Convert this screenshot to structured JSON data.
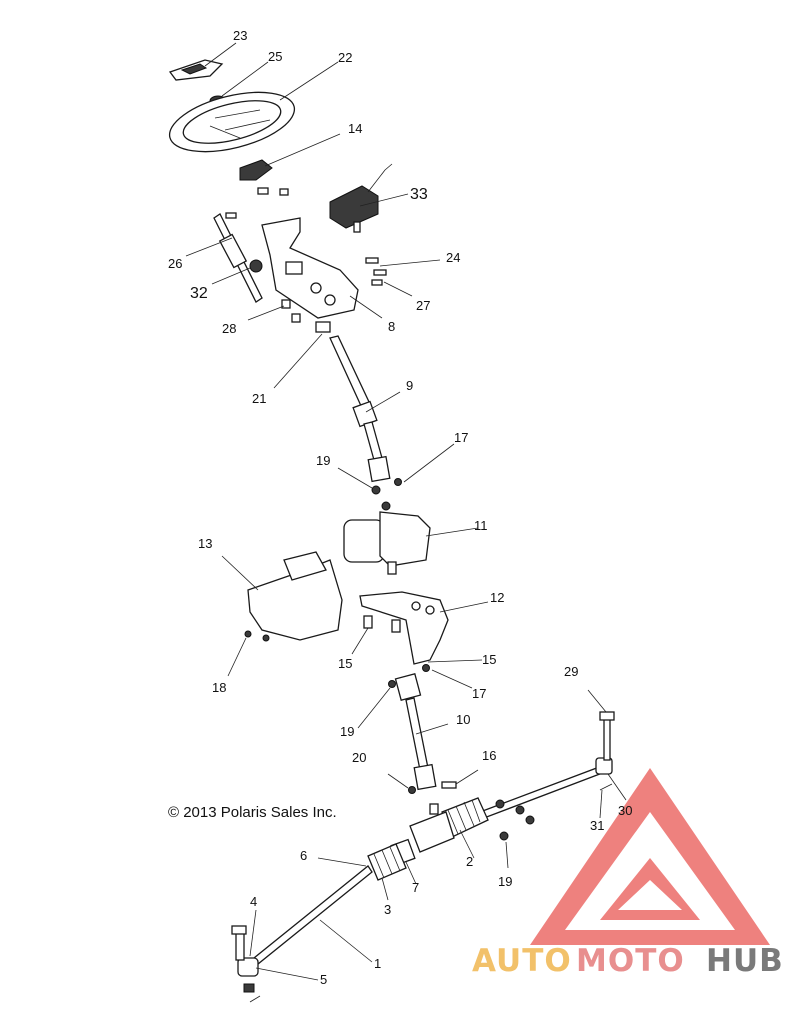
{
  "copyright": "© 2013 Polaris Sales Inc.",
  "watermark": {
    "part1": "AUTO",
    "part2": "MOTO",
    "part3": "HUB",
    "colors": {
      "auto": "#f2c16a",
      "moto": "#e88f8f",
      "hub": "#7a7a7a",
      "triangle": "#e53935"
    }
  },
  "callouts": {
    "c1": "1",
    "c2": "2",
    "c3": "3",
    "c4": "4",
    "c5": "5",
    "c6": "6",
    "c7": "7",
    "c8": "8",
    "c9": "9",
    "c10": "10",
    "c11": "11",
    "c12": "12",
    "c13": "13",
    "c14": "14",
    "c15a": "15",
    "c15b": "15",
    "c16": "16",
    "c17a": "17",
    "c17b": "17",
    "c18": "18",
    "c19a": "19",
    "c19b": "19",
    "c19c": "19",
    "c20": "20",
    "c21": "21",
    "c22": "22",
    "c23": "23",
    "c24": "24",
    "c25": "25",
    "c26": "26",
    "c27": "27",
    "c28": "28",
    "c29": "29",
    "c30": "30",
    "c31": "31",
    "c32": "32",
    "c33": "33"
  }
}
